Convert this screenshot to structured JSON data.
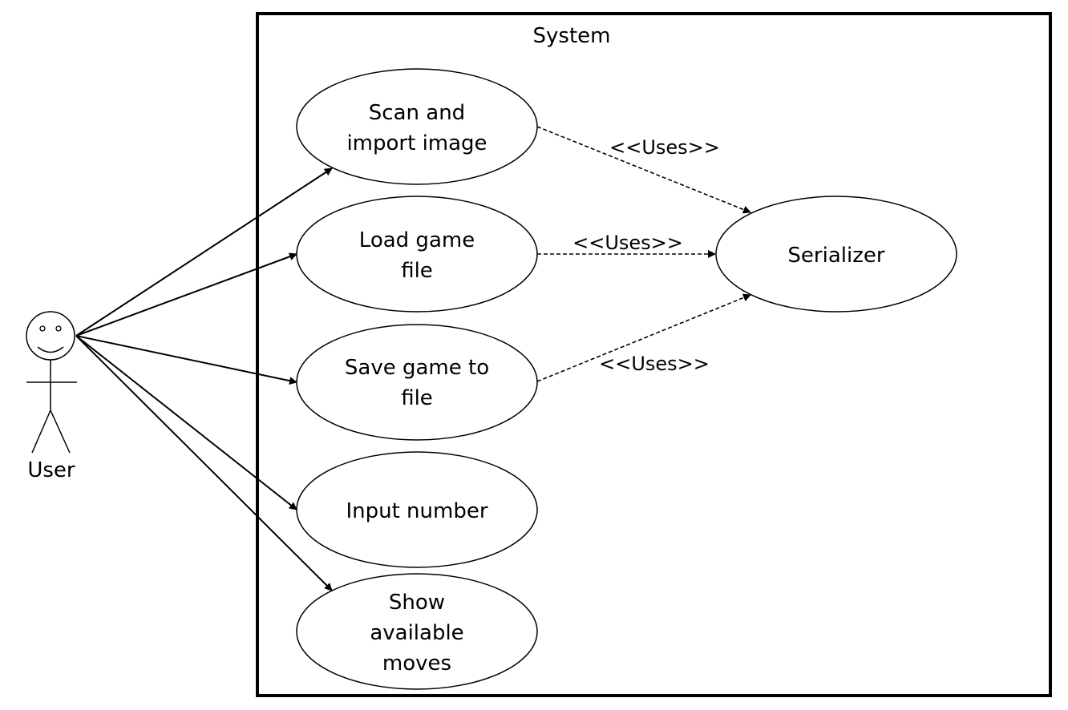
{
  "system": {
    "label": "System"
  },
  "actor": {
    "label": "User"
  },
  "use_cases": [
    {
      "id": "scan",
      "lines": [
        "Scan and",
        "import image"
      ]
    },
    {
      "id": "load",
      "lines": [
        "Load game",
        "file"
      ]
    },
    {
      "id": "save",
      "lines": [
        "Save game to",
        "file"
      ]
    },
    {
      "id": "input",
      "lines": [
        "Input number"
      ]
    },
    {
      "id": "show",
      "lines": [
        "Show",
        "available",
        "moves"
      ]
    }
  ],
  "serializer": {
    "label": "Serializer"
  },
  "relations": {
    "uses_label_1": "<<Uses>>",
    "uses_label_2": "<<Uses>>",
    "uses_label_3": "<<Uses>>"
  }
}
